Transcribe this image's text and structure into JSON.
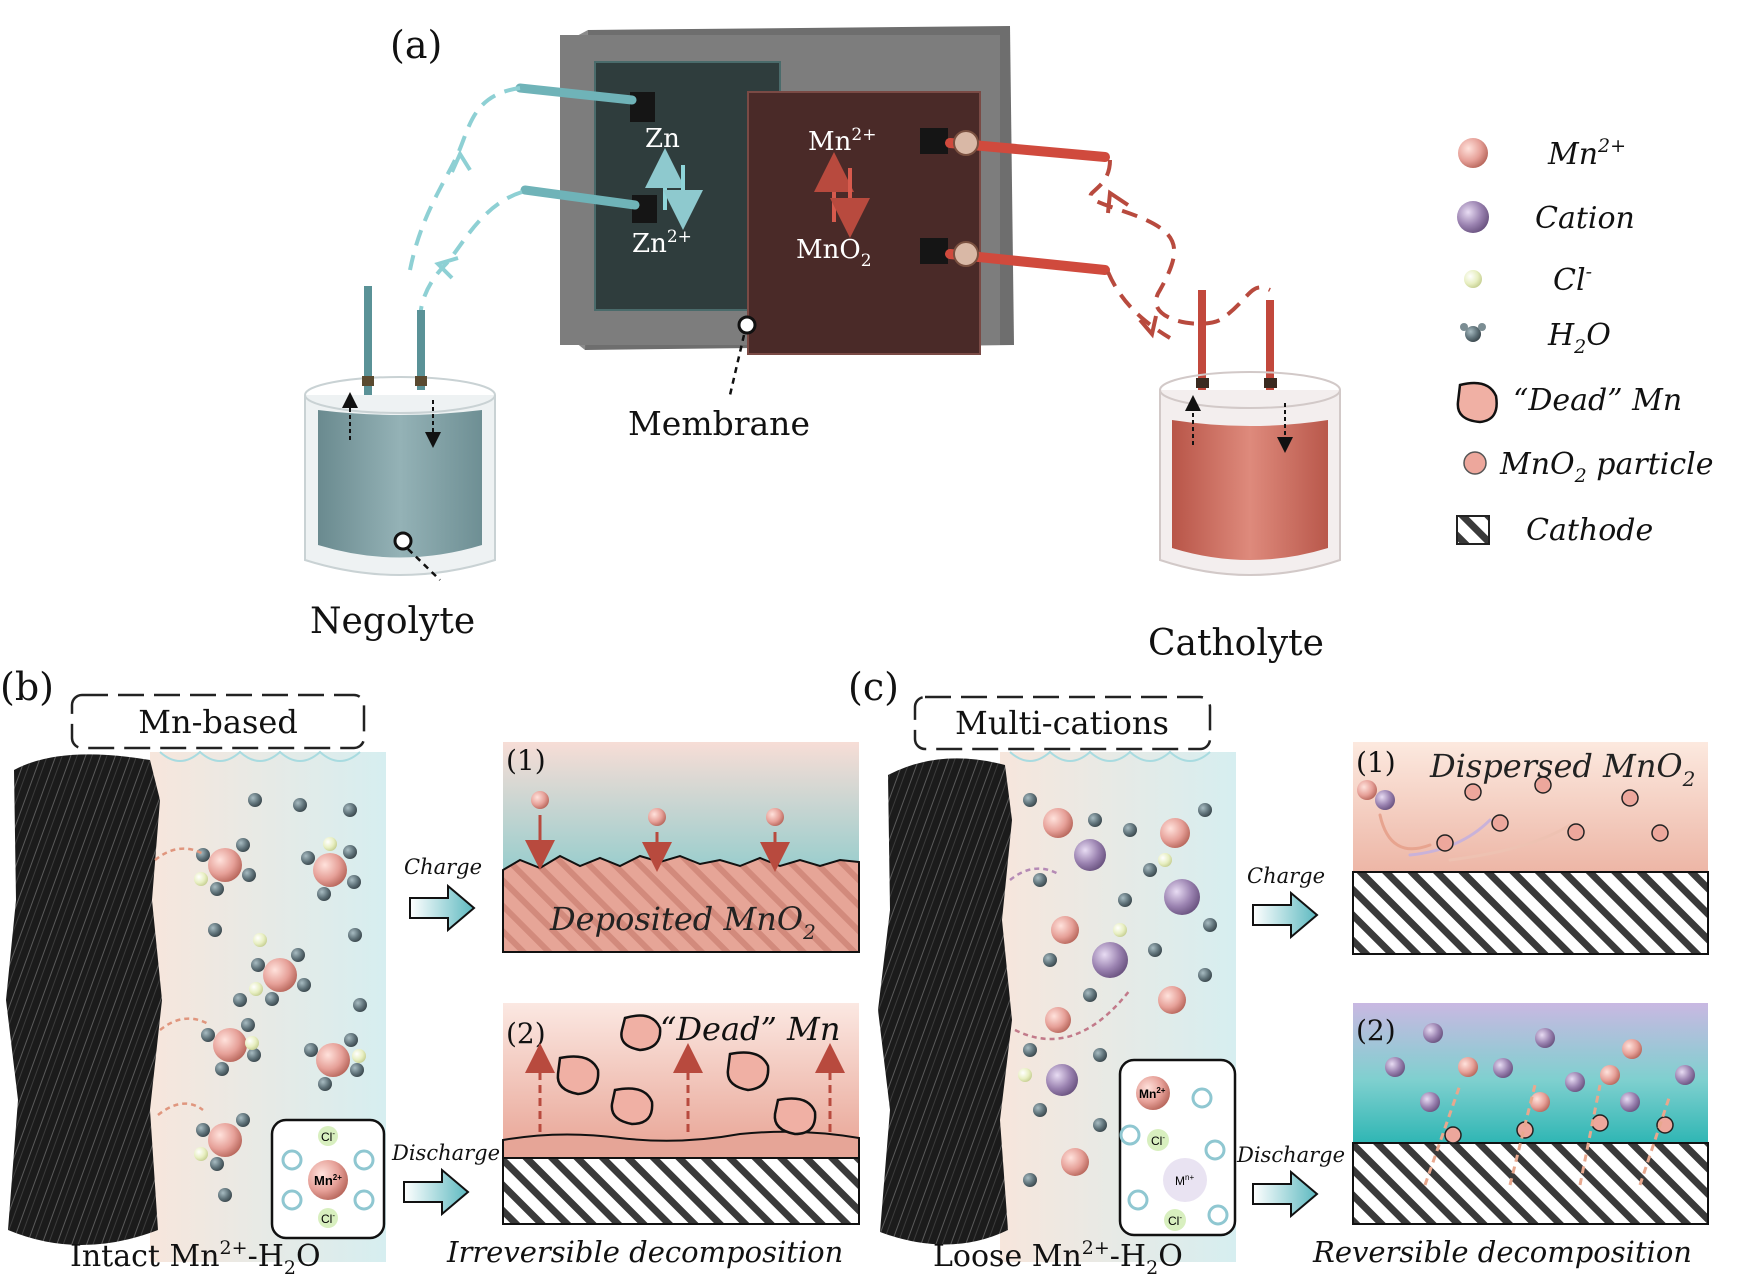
{
  "panel_a": {
    "label": "(a)",
    "left_cell_top": "Zn",
    "left_cell_bottom_base": "Zn",
    "left_cell_bottom_sup": "2+",
    "right_cell_top_base": "Mn",
    "right_cell_top_sup": "2+",
    "right_cell_bottom_base": "MnO",
    "right_cell_bottom_sub": "2",
    "membrane": "Membrane",
    "negolyte": "Negolyte",
    "catholyte": "Catholyte"
  },
  "legend": {
    "mn2": {
      "base": "Mn",
      "sup": "2+"
    },
    "cation": "Cation",
    "cl": {
      "base": "Cl",
      "sup": "-"
    },
    "h2o": {
      "base1": "H",
      "sub": "2",
      "base2": "O"
    },
    "dead_mn": "“Dead” Mn",
    "mno2_particle": {
      "base": "MnO",
      "sub": "2",
      "rest": " particle"
    },
    "cathode": "Cathode"
  },
  "panel_b": {
    "label": "(b)",
    "title": "Mn-based",
    "inset_cl_top": "Cl",
    "inset_cl_sup": "-",
    "inset_mn": "Mn",
    "inset_mn_sup": "2+",
    "charge": "Charge",
    "discharge": "Discharge",
    "sub1_label": "(1)",
    "sub1_text_base": "Deposited MnO",
    "sub1_text_sub": "2",
    "sub2_label": "(2)",
    "sub2_text": "“Dead” Mn",
    "bottom_left_base": "Intact Mn",
    "bottom_left_sup": "2+",
    "bottom_left_rest": "-H",
    "bottom_left_sub": "2",
    "bottom_left_end": "O",
    "bottom_right": "Irreversible decomposition"
  },
  "panel_c": {
    "label": "(c)",
    "title": "Multi-cations",
    "inset_mn": "Mn",
    "inset_mn_sup": "2+",
    "inset_cl": "Cl",
    "inset_cl_sup": "-",
    "inset_mx": "M",
    "inset_mx_sup": "n+",
    "charge": "Charge",
    "discharge": "Discharge",
    "sub1_label": "(1)",
    "sub1_text_base": "Dispersed MnO",
    "sub1_text_sub": "2",
    "sub2_label": "(2)",
    "bottom_left_base": "Loose Mn",
    "bottom_left_sup": "2+",
    "bottom_left_rest": "-H",
    "bottom_left_sub": "2",
    "bottom_left_end": "O",
    "bottom_right": "Reversible decomposition"
  },
  "colors": {
    "negolyte": "#7f9fa3",
    "catholyte": "#cc6a5d",
    "mn_ion": "#e6a098",
    "cation": "#9a82b0",
    "cl_ion": "#e8efc2",
    "water": "#5f7279",
    "arrow_red": "#b84a3e",
    "arrow_teal": "#8ec9ce"
  }
}
